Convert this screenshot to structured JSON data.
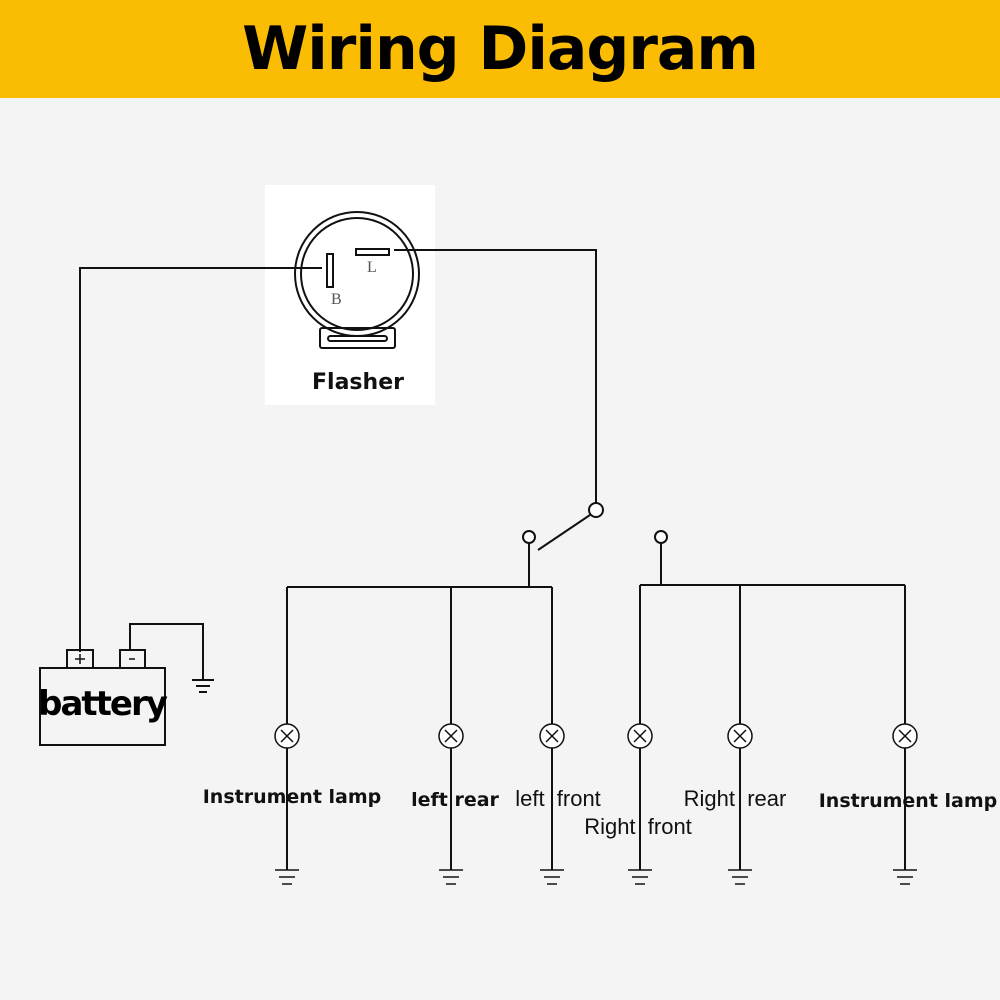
{
  "header": {
    "title": "Wiring Diagram",
    "color": "#fbbc04"
  },
  "flasher": {
    "label": "Flasher",
    "terminal_b": "B",
    "terminal_l": "L"
  },
  "battery": {
    "label": "battery",
    "positive": "+",
    "negative": "-"
  },
  "lamps": [
    {
      "label": "Instrument lamp"
    },
    {
      "label": "left rear"
    },
    {
      "label": "left  front"
    },
    {
      "label": "Right  front"
    },
    {
      "label": "Right  rear"
    },
    {
      "label": "Instrument lamp"
    }
  ]
}
